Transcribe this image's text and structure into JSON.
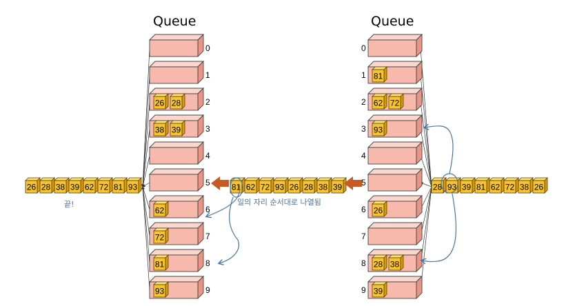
{
  "diagram": {
    "queue_title": "Queue",
    "queue_indices": [
      "0",
      "1",
      "2",
      "3",
      "4",
      "5",
      "6",
      "7",
      "8",
      "9"
    ],
    "left_queues": [
      [],
      [],
      [
        "26",
        "28"
      ],
      [
        "38",
        "39"
      ],
      [],
      [],
      [
        "62"
      ],
      [
        "72"
      ],
      [
        "81"
      ],
      [
        "93"
      ]
    ],
    "right_queues": [
      [],
      [
        "81"
      ],
      [
        "62",
        "72"
      ],
      [
        "93"
      ],
      [],
      [],
      [
        "26"
      ],
      [],
      [
        "28",
        "38"
      ],
      [
        "39"
      ]
    ],
    "left_row": [
      "26",
      "28",
      "38",
      "39",
      "62",
      "72",
      "81",
      "93"
    ],
    "middle_row": [
      "81",
      "62",
      "72",
      "93",
      "26",
      "28",
      "38",
      "39"
    ],
    "right_row": [
      "28",
      "93",
      "39",
      "81",
      "62",
      "72",
      "38",
      "26"
    ],
    "notes": {
      "left": "끝!",
      "center": "일의 자리 순서대로 나열됨"
    },
    "colors": {
      "queue_fill": "#f6b9ac",
      "queue_top": "#fbd6cd",
      "queue_side": "#e89486",
      "cube_fill": "#f7c431",
      "cube_top": "#fde27a",
      "cube_side": "#d99a12",
      "arrow_orange": "#c85a24",
      "ink_blue": "#4a74a4"
    }
  }
}
